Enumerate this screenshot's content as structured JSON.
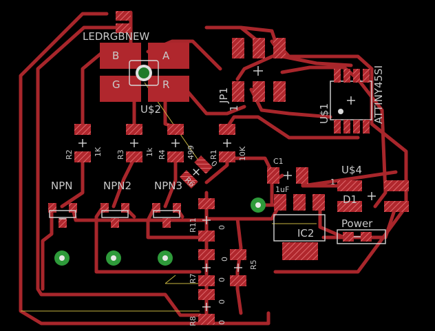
{
  "labels": {
    "ledrgb": "LEDRGBNEW",
    "led_b": "B",
    "led_a": "A",
    "led_g": "G",
    "led_r": "R",
    "u2": "U$2",
    "jp1": "JP1",
    "jp1_pin": "1",
    "u1": "U$1",
    "attiny": "ATTINY45SI",
    "r2": "R2",
    "r2_val": "1K",
    "r3": "R3",
    "r3_val": "1k",
    "r4": "R4",
    "r4_val": "499",
    "r1": "R1",
    "r1_val": "10K",
    "r6": "R6",
    "r6_val": "0",
    "c1": "C1",
    "c1_val": "1uF",
    "u4": "U$4",
    "u4_pin": "1",
    "d1": "D1",
    "power": "Power",
    "npn": "NPN",
    "npn2": "NPN2",
    "npn3": "NPN3",
    "r11": "R11",
    "r11_val": "0",
    "ic2": "IC2",
    "r7": "R7",
    "r7_val": "0",
    "r5": "R5",
    "r5_val": "0",
    "r8": "R8",
    "r8_val": "0",
    "r9_val": "0"
  },
  "colors": {
    "background": "#000000",
    "copper": "#a8262b",
    "silkscreen": "#d8d8d8",
    "via": "#2e9a3a"
  }
}
